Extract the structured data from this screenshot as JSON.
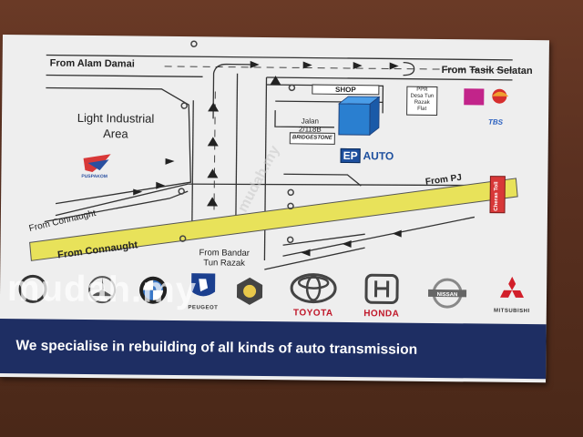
{
  "map": {
    "from_alam_damai": "From Alam Damai",
    "from_tasik_selatan": "From Tasik Selatan",
    "light_industrial": "Light Industrial",
    "area": "Area",
    "from_connaught_upper": "From Connaught",
    "from_connaught_road": "From Connaught",
    "from_pj": "From PJ",
    "from_bandar": "From Bandar",
    "tun_razak": "Tun Razak",
    "shop": "SHOP",
    "jalan": "Jalan",
    "jalan_no": "2/118B",
    "ppr_lines": [
      "PPR",
      "Desa Tun",
      "Razak",
      "Flat"
    ],
    "ep": "EP",
    "auto": "AUTO",
    "bridgestone": "BRIDGESTONE",
    "proton": "PUSPAKOM",
    "tbs": "TBS",
    "cheras_toll": "Cheras Toll",
    "colors": {
      "road": "#e8e25a",
      "banner": "#1e2e63",
      "brand_red": "#c0182a"
    }
  },
  "brands": {
    "peugeot": "PEUGEOT",
    "toyota": "TOYOTA",
    "honda": "HONDA",
    "nissan": "NISSAN",
    "mitsubishi": "MITSUBISHI"
  },
  "banner_text": "We specialise in rebuilding of all kinds of auto transmission",
  "watermark": {
    "big": "mudah.my",
    "small": "mudah.my"
  }
}
